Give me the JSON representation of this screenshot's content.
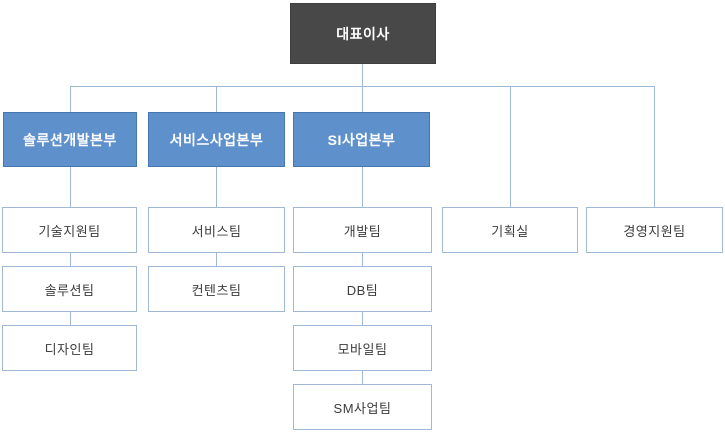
{
  "org_chart": {
    "root": {
      "label": "대표이사"
    },
    "divisions": [
      {
        "label": "솔루션개발본부",
        "teams": [
          "기술지원팀",
          "솔루션팀",
          "디자인팀"
        ]
      },
      {
        "label": "서비스사업본부",
        "teams": [
          "서비스팀",
          "컨텐츠팀"
        ]
      },
      {
        "label": "SI사업본부",
        "teams": [
          "개발팀",
          "DB팀",
          "모바일팀",
          "SM사업팀"
        ]
      }
    ],
    "staff_offices": [
      {
        "label": "기획실"
      },
      {
        "label": "경영지원팀"
      }
    ],
    "colors": {
      "root_fill": "#484848",
      "root_border": "#3e3e3e",
      "root_text": "#ffffff",
      "division_fill": "#5e90cc",
      "division_border": "#4577ae",
      "division_text": "#ffffff",
      "team_border": "#a0b8d8",
      "team_text": "#3c3c3c",
      "connector": "#a0b8d8",
      "background": "#ffffff"
    }
  }
}
